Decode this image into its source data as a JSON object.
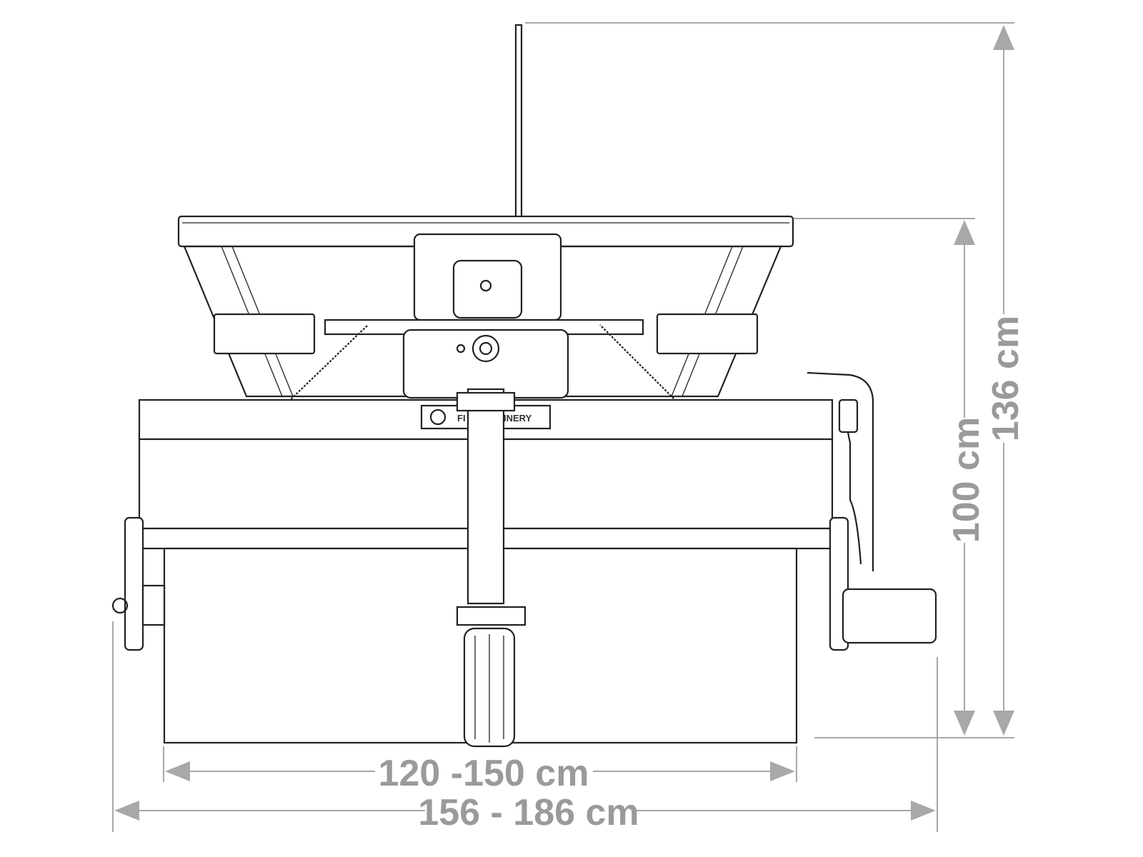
{
  "dimensions": {
    "total_height": "136 cm",
    "frame_height": "100 cm",
    "working_width": "120 -150 cm",
    "total_width": "156 - 186 cm"
  },
  "colors": {
    "dimension": "#9a9a9a",
    "line": "#222222"
  }
}
